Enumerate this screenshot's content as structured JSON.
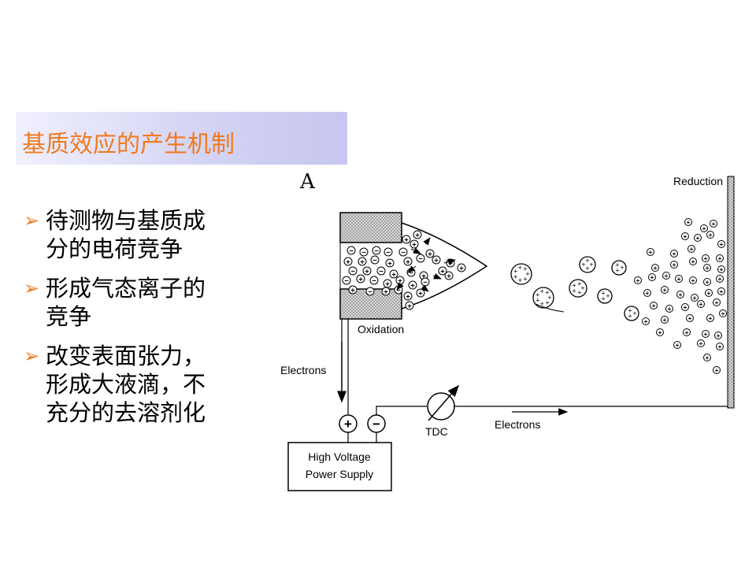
{
  "title": "基质效应的产生机制",
  "bullets": [
    {
      "lines": [
        "待测物与基质成",
        "分的电荷竞争"
      ]
    },
    {
      "lines": [
        "形成气态离子的",
        "竞争"
      ]
    },
    {
      "lines": [
        "改变表面张力，",
        "形成大液滴，不",
        "充分的去溶剂化"
      ]
    }
  ],
  "diagram": {
    "panel_label": "A",
    "reduction_label": "Reduction",
    "oxidation_label": "Oxidation",
    "electrons_left_label": "Electrons",
    "electrons_right_label": "Electrons",
    "tdc_label": "TDC",
    "plus_symbol": "+",
    "minus_symbol": "−",
    "power_supply_line1": "High Voltage",
    "power_supply_line2": "Power Supply"
  },
  "colors": {
    "title": "#f07a1e",
    "bullet_arrow": "#f07a1e",
    "title_bar": "#d4d4f4"
  }
}
